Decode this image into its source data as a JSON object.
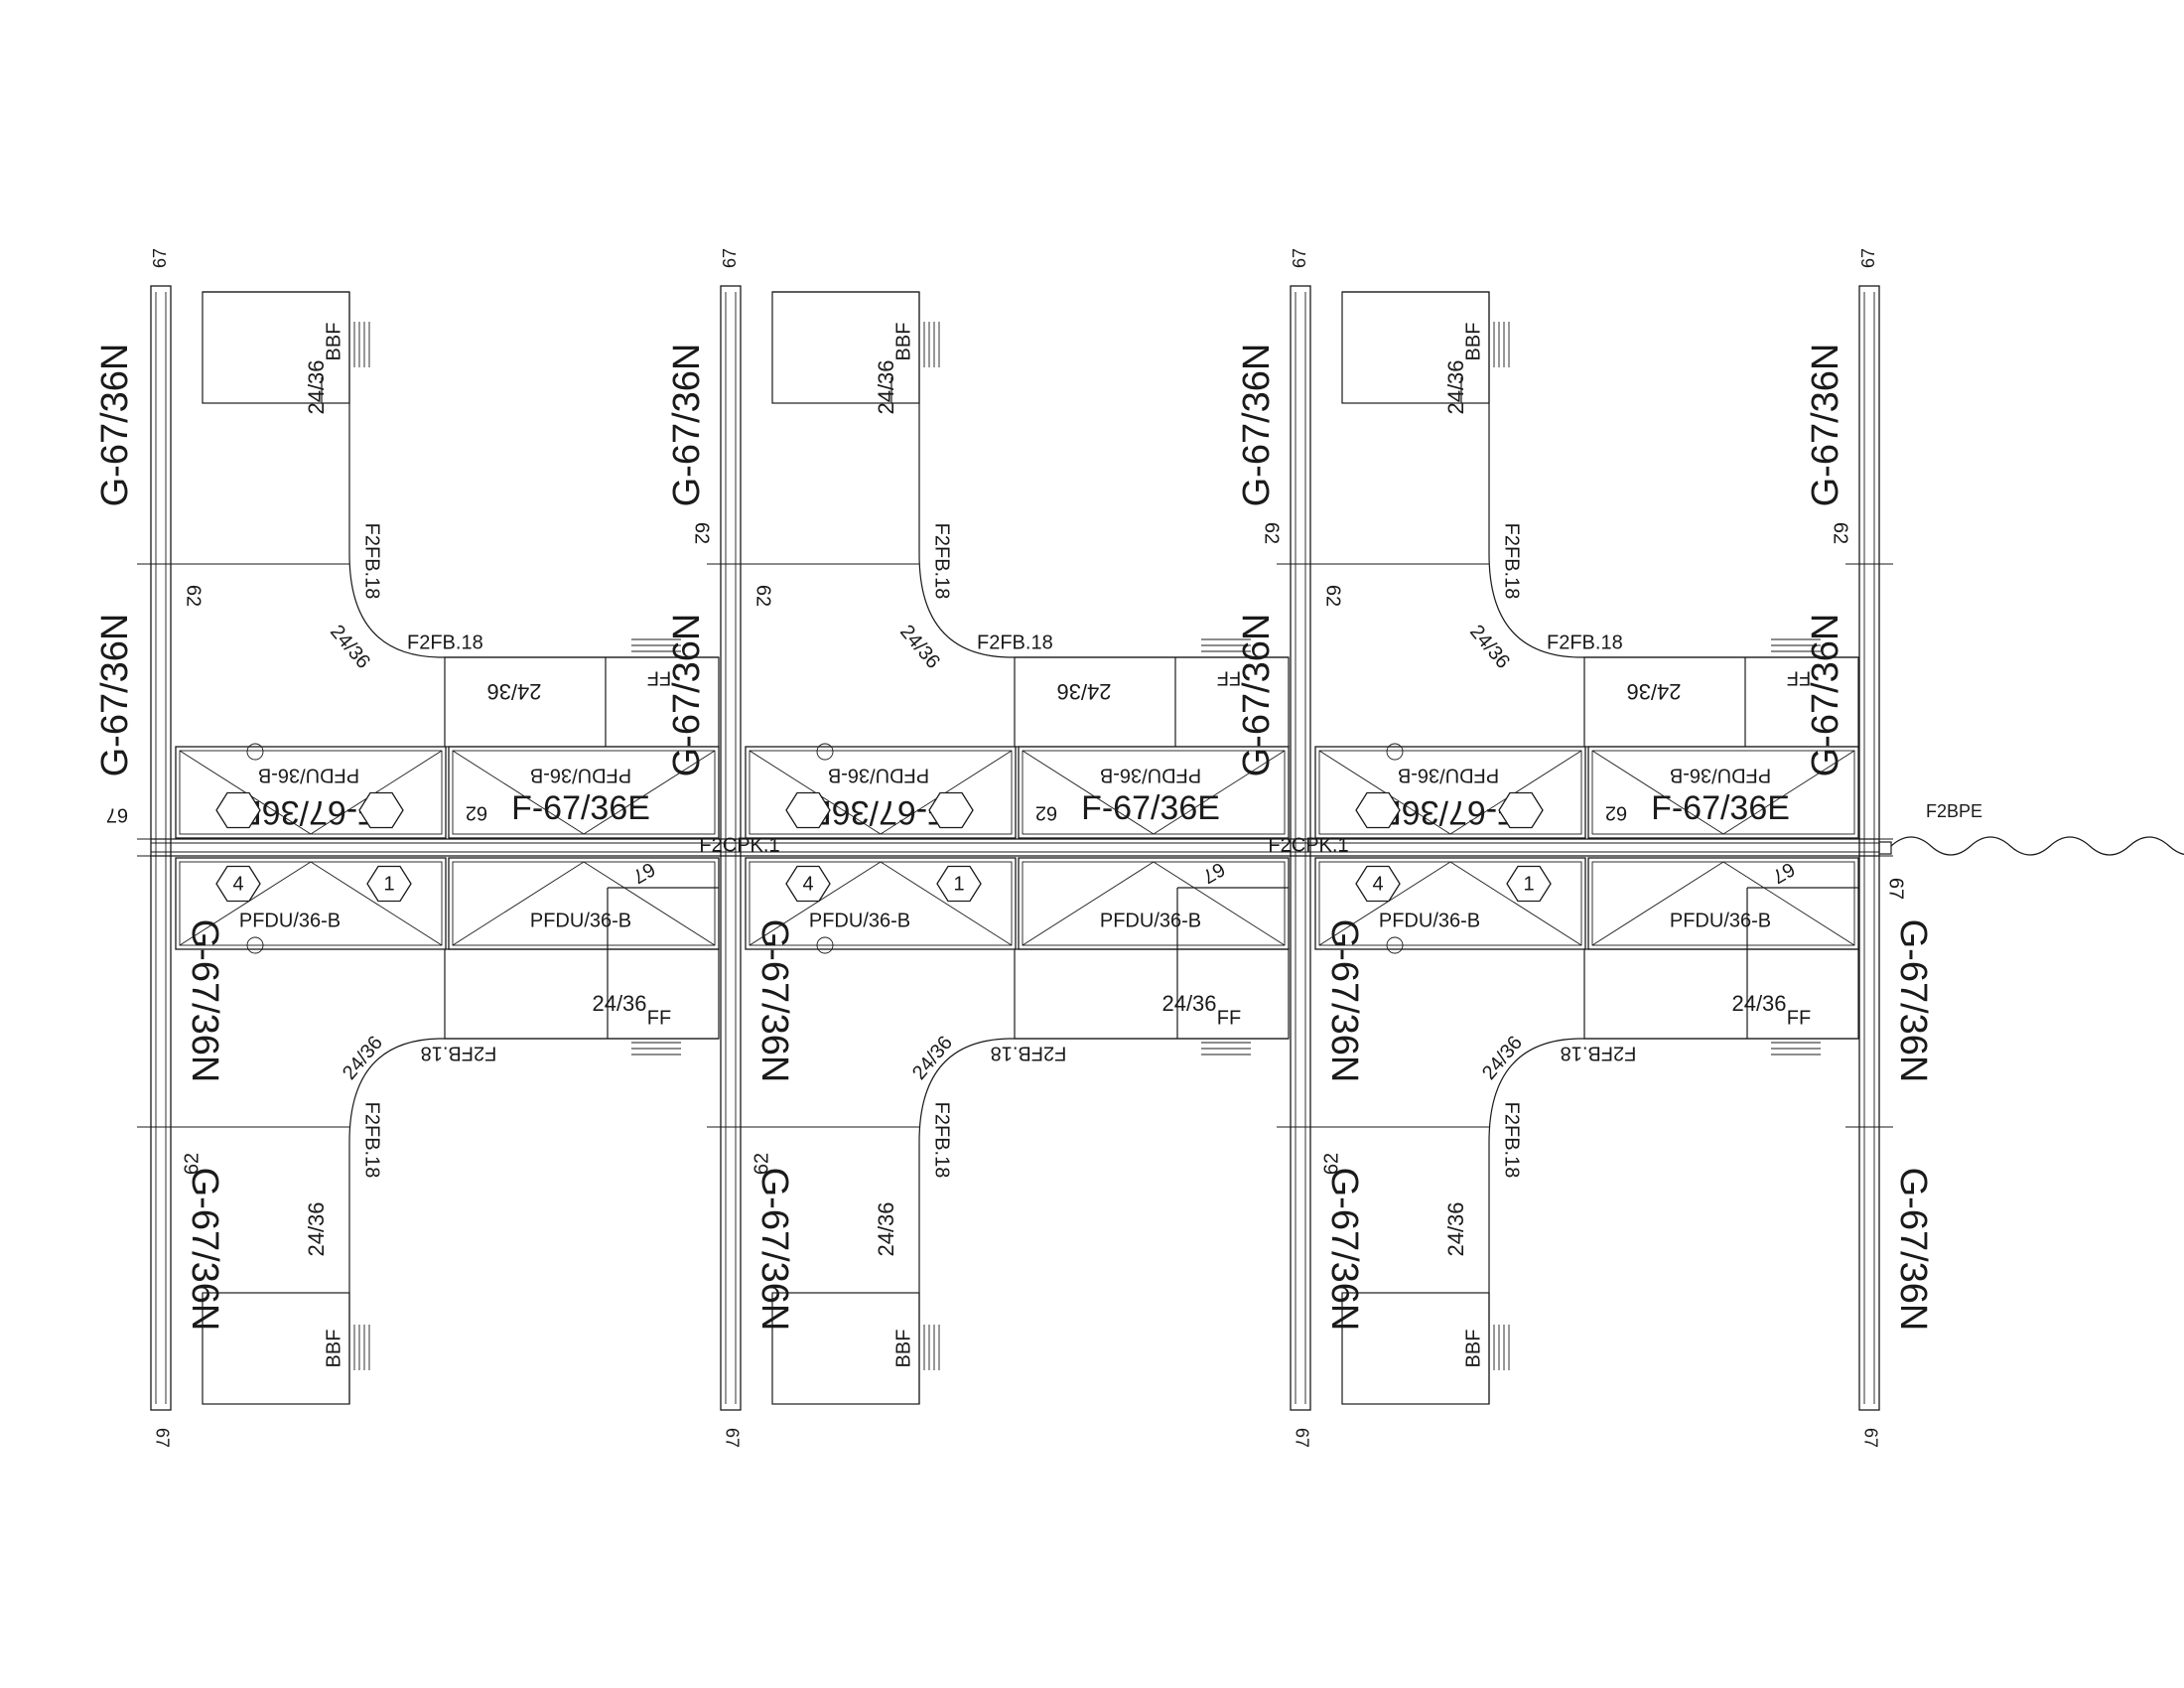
{
  "labels": {
    "panel_height": "67",
    "panel_height_small": "62",
    "panel_tall": "G-67/36N",
    "panel_feature": "F-67/36E",
    "overhead": "PFDU/36-B",
    "worksurface": "24/36",
    "corner": "F2FB.18",
    "file_ff": "FF",
    "file_bbf": "BBF",
    "cpk": "F2CPK.1",
    "end_power": "F2BPE",
    "circuit_a": "4",
    "circuit_b": "1"
  },
  "colors": {
    "line": "#1a1a1a",
    "background": "#ffffff"
  }
}
